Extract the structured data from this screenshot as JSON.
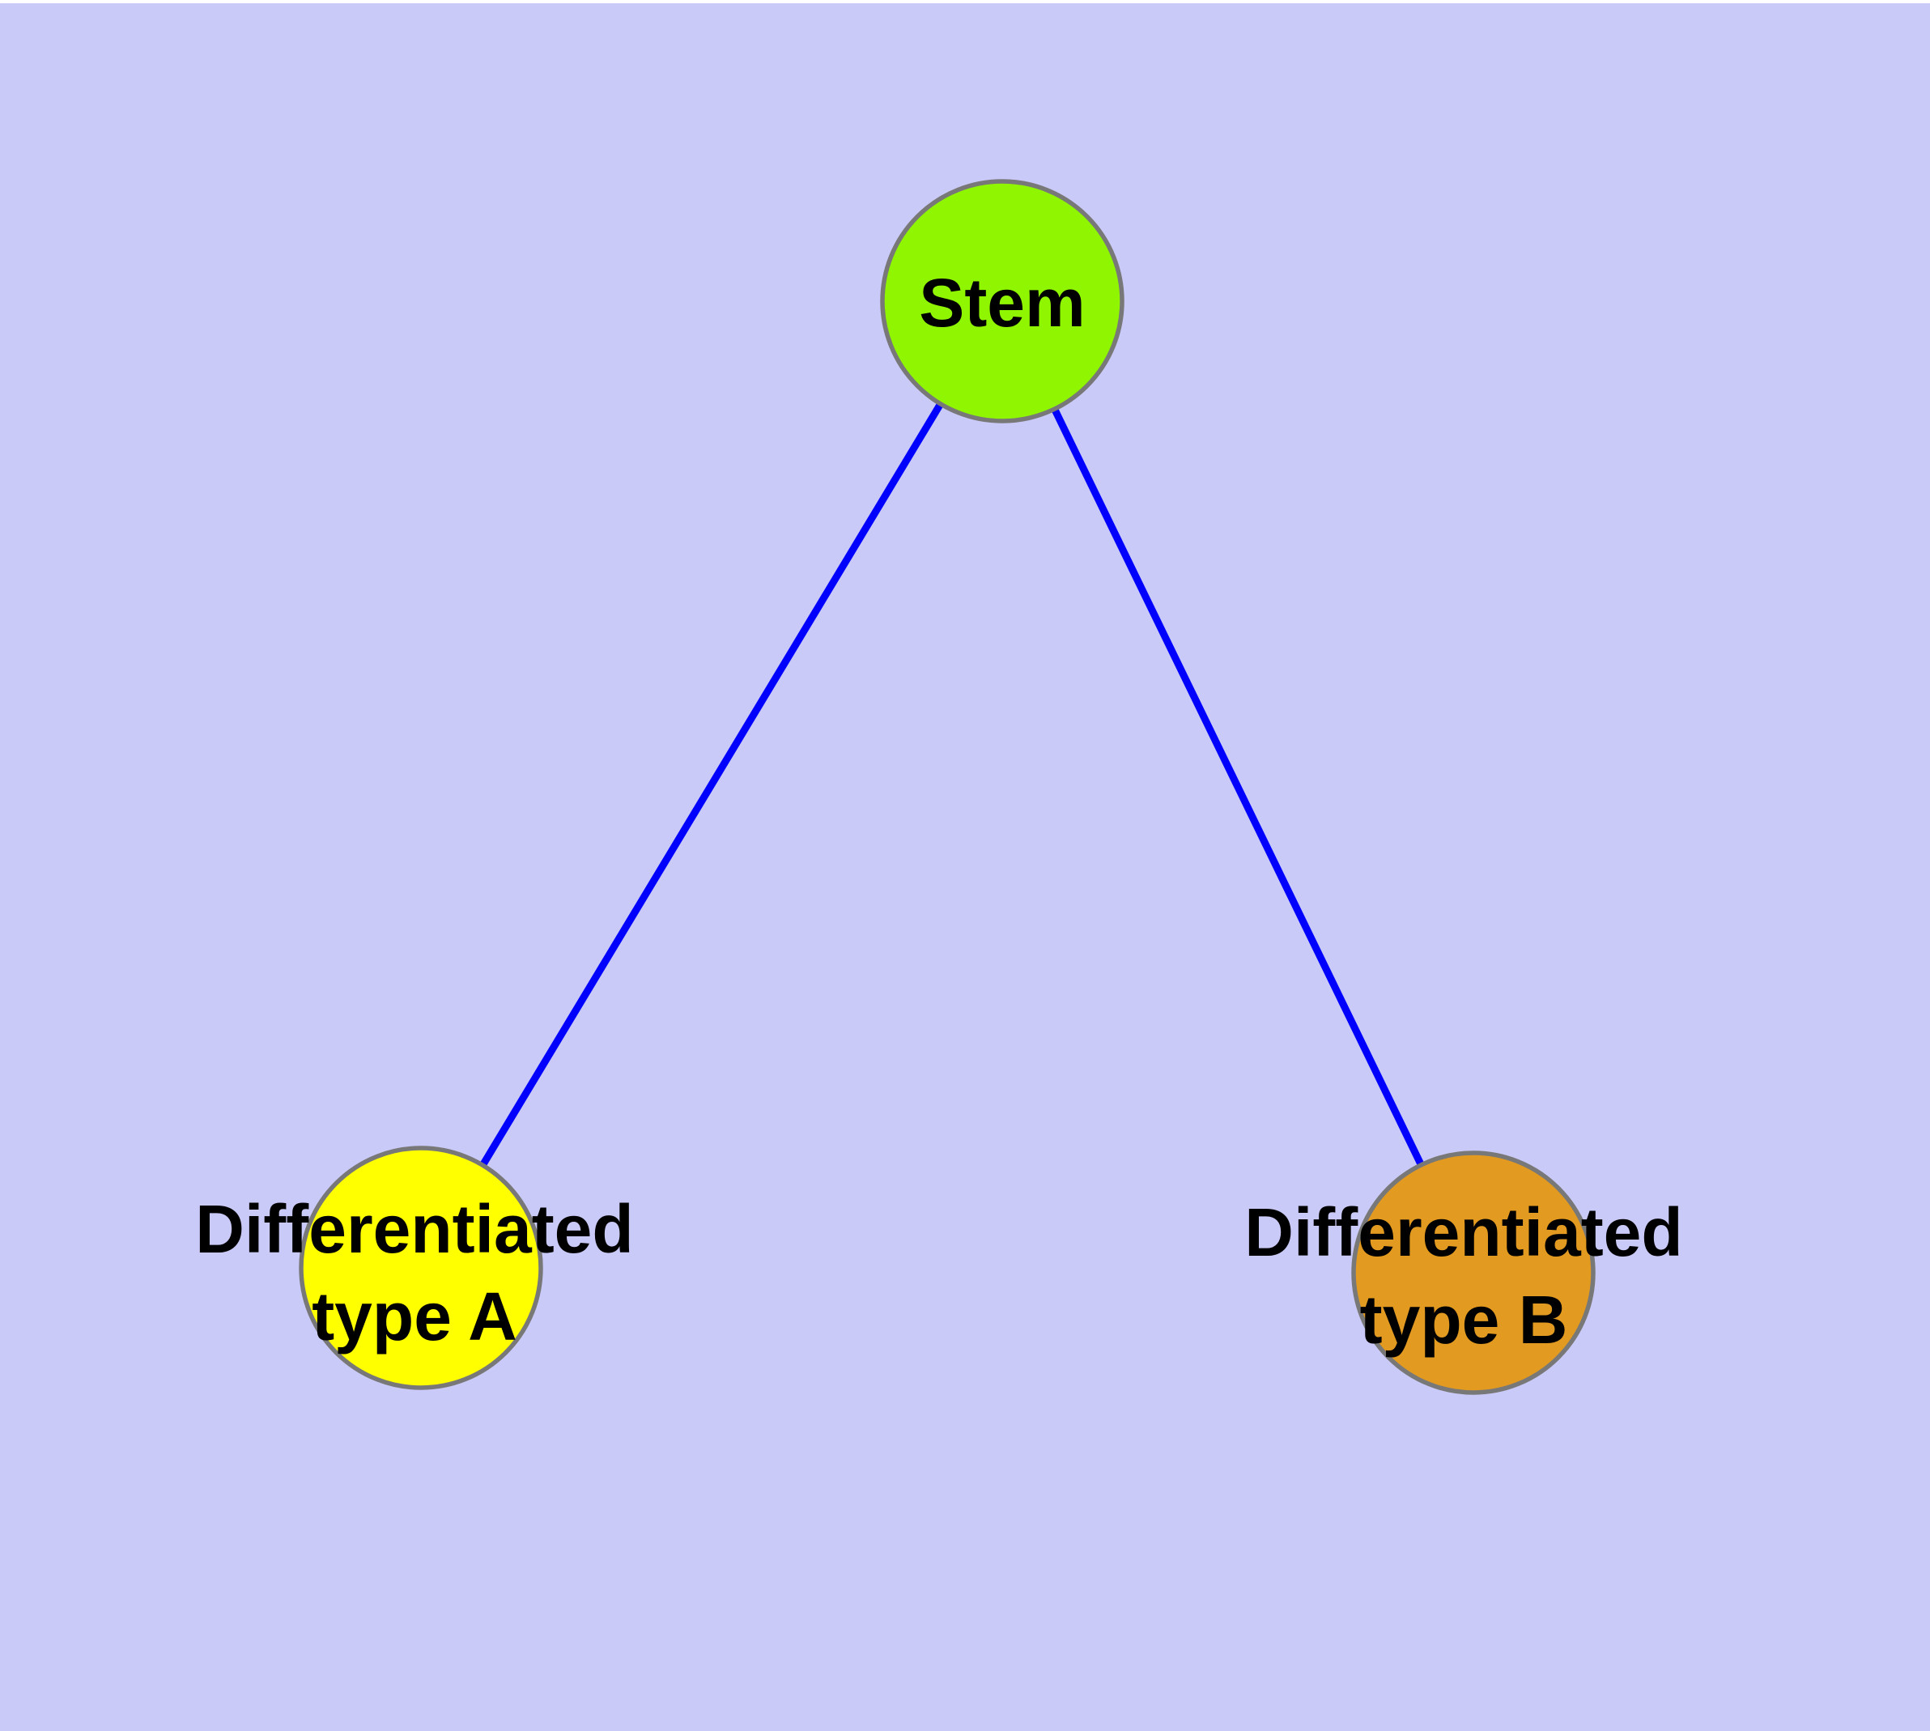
{
  "nodes": [
    {
      "id": "stem",
      "label": "Stem",
      "color": "#8FF500"
    },
    {
      "id": "differentiated-type-a",
      "label": "Differentiated\ntype A",
      "color": "#FFFF00"
    },
    {
      "id": "differentiated-type-b",
      "label": "Differentiated\ntype B",
      "color": "#E29A20"
    }
  ],
  "edges": [
    {
      "from": "stem",
      "to": "differentiated-type-a",
      "color": "#0000FF"
    },
    {
      "from": "stem",
      "to": "differentiated-type-b",
      "color": "#0000FF"
    }
  ],
  "colors": {
    "background": "#CACAF8",
    "top_strip": "#FFFFFF",
    "node_border": "#787878",
    "edge": "#0000FF",
    "label_text": "#000000"
  }
}
